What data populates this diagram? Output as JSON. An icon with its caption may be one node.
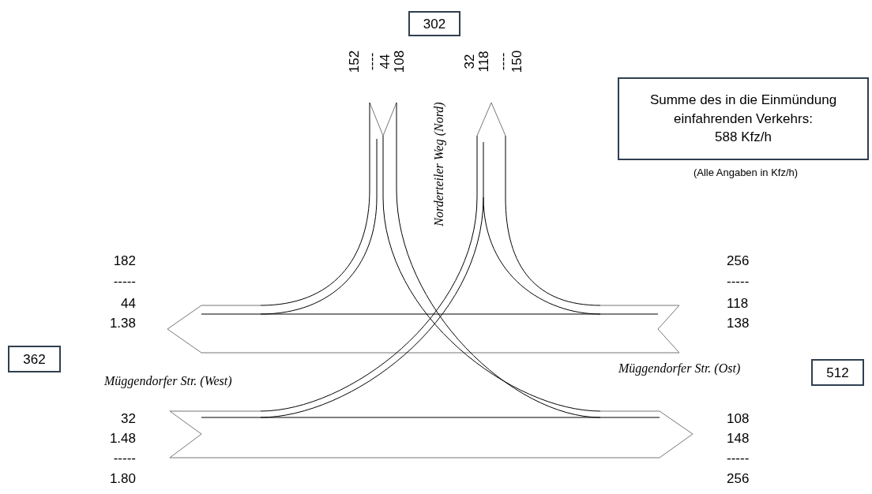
{
  "diagram": {
    "nodes": [
      {
        "text": [
          "302"
        ]
      },
      {
        "text": [
          "Summe des in die Einmündung einfahrenden Verkehrs:",
          "588 Kfz/h"
        ]
      },
      {
        "text": [
          "362"
        ]
      },
      {
        "text": [
          "512"
        ]
      }
    ],
    "labels": [
      "152",
      "----",
      "44",
      "108",
      "32",
      "118",
      "----",
      "150",
      "Norderteiler Weg (Nord)",
      "(Alle Angaben in Kfz/h)",
      "182",
      "-----",
      "44",
      "1.38",
      "256",
      "-----",
      "118",
      "138",
      "Müggendorfer Str. (West)",
      "Müggendorfer Str. (Ost)",
      "32",
      "1.48",
      "-----",
      "1.80",
      "108",
      "148",
      "-----",
      "256"
    ]
  }
}
